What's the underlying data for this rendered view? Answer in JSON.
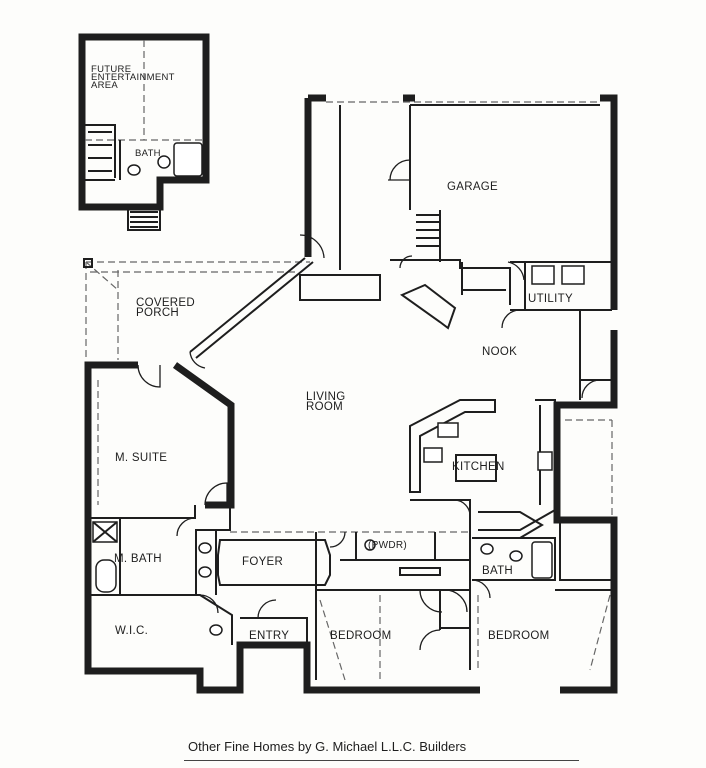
{
  "rooms": {
    "future_entertainment": "FUTURE ENTERTAINMENT AREA",
    "upper_bath": "BATH",
    "garage": "GARAGE",
    "covered_porch": "COVERED PORCH",
    "utility": "UTILITY",
    "nook": "NOOK",
    "living_room": "LIVING ROOM",
    "m_suite": "M. SUITE",
    "kitchen": "KITCHEN",
    "m_bath": "M. BATH",
    "foyer": "FOYER",
    "pwdr": "PWDR",
    "bath": "BATH",
    "wic": "W.I.C.",
    "entry": "ENTRY",
    "bedroom_1": "BEDROOM",
    "bedroom_2": "BEDROOM"
  },
  "footer": {
    "text": "Other Fine Homes by G. Michael L.L.C. Builders"
  }
}
